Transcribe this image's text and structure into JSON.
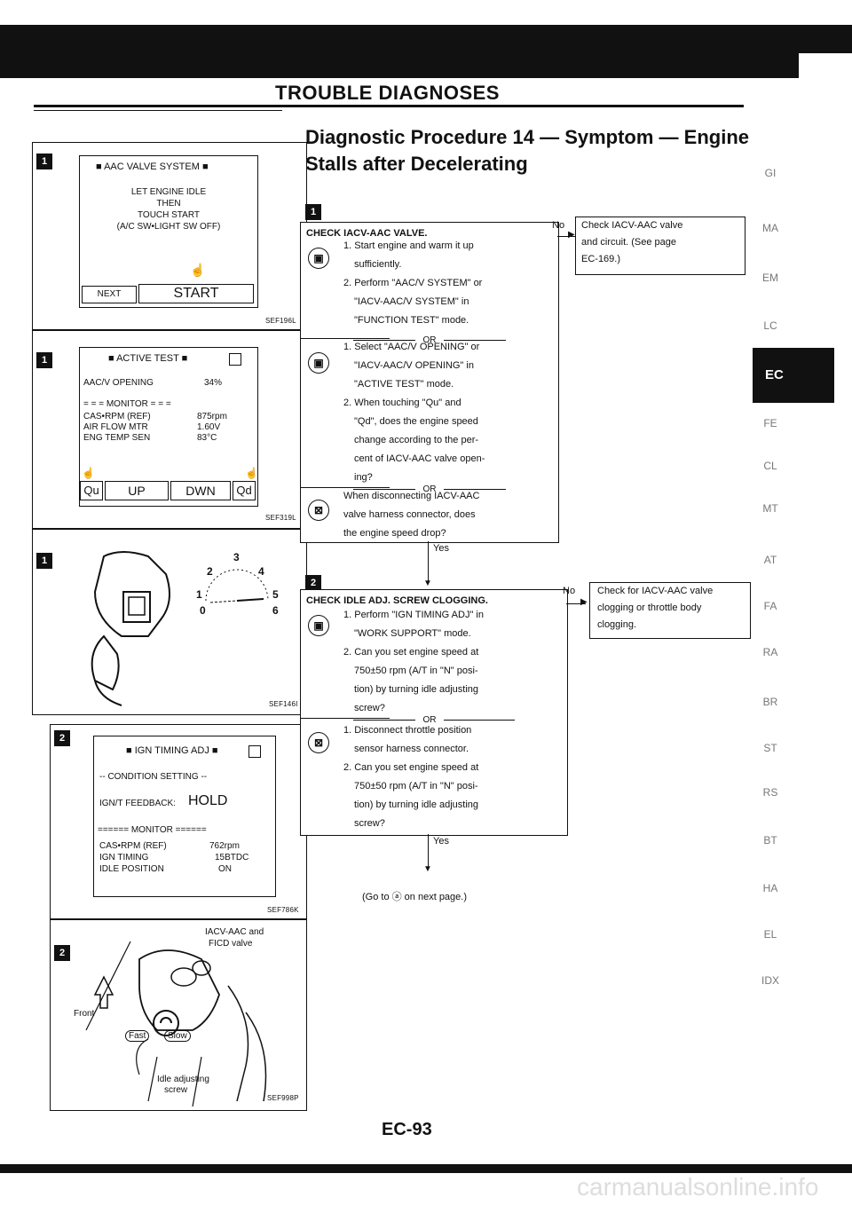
{
  "header": {
    "title": "TROUBLE DIAGNOSES"
  },
  "procedure": {
    "title_line1": "Diagnostic Procedure 14 — Symptom — Engine",
    "title_line2": "Stalls after Decelerating"
  },
  "badges": {
    "one": "1",
    "two": "2"
  },
  "panels": {
    "aac_valve_system": {
      "title": "■ AAC VALVE SYSTEM ■",
      "line1": "LET ENGINE IDLE",
      "line2": "THEN",
      "line3": "TOUCH START",
      "line4": "(A/C SW•LIGHT SW OFF)",
      "next": "NEXT",
      "start": "START",
      "code": "SEF196L"
    },
    "active_test": {
      "title": "■ ACTIVE TEST ■",
      "opening_label": "AAC/V OPENING",
      "opening_value": "34%",
      "monitor": "= = = MONITOR = = =",
      "rows": [
        {
          "label": "CAS•RPM (REF)",
          "value": "875rpm"
        },
        {
          "label": "AIR FLOW MTR",
          "value": "1.60V"
        },
        {
          "label": "ENG TEMP SEN",
          "value": "83°C"
        }
      ],
      "qu": "Qu",
      "up": "UP",
      "dwn": "DWN",
      "qd": "Qd",
      "code": "SEF319L"
    },
    "tester": {
      "dial_top": "3",
      "dial_labels": [
        "2",
        "4",
        "1",
        "5",
        "0",
        "6"
      ],
      "code": "SEF146I"
    },
    "ign_timing": {
      "title": "■ IGN TIMING ADJ ■",
      "condition": "-- CONDITION SETTING --",
      "feedback_label": "IGN/T FEEDBACK:",
      "feedback_value": "HOLD",
      "monitor": "====== MONITOR ======",
      "rows": [
        {
          "label": "CAS•RPM (REF)",
          "value": "762rpm"
        },
        {
          "label": "IGN TIMING",
          "value": "15BTDC"
        },
        {
          "label": "IDLE POSITION",
          "value": "ON"
        }
      ],
      "code": "SEF786K"
    },
    "iacv_drawing": {
      "label1": "IACV-AAC and",
      "label2": "FICD valve",
      "front": "Front",
      "fast": "Fast",
      "slow": "Slow",
      "idle1": "Idle adjusting",
      "idle2": "screw",
      "code": "SEF998P"
    }
  },
  "steps": {
    "check1": {
      "title": "CHECK IACV-AAC VALVE.",
      "a1": "1. Start engine and warm it up",
      "a2": "sufficiently.",
      "a3": "2. Perform \"AAC/V SYSTEM\" or",
      "a4": "\"IACV-AAC/V SYSTEM\" in",
      "a5": "\"FUNCTION TEST\" mode.",
      "or1": "OR",
      "b1": "1. Select \"AAC/V OPENING\" or",
      "b2": "\"IACV-AAC/V OPENING\" in",
      "b3": "\"ACTIVE TEST\" mode.",
      "b4": "2. When touching \"Qu\" and",
      "b5": "\"Qd\", does the engine speed",
      "b6": "change according to the per-",
      "b7": "cent of IACV-AAC valve open-",
      "b8": "ing?",
      "or2": "OR",
      "c1": "When disconnecting IACV-AAC",
      "c2": "valve harness connector, does",
      "c3": "the engine speed drop?",
      "no": "No",
      "yes": "Yes",
      "result1": "Check IACV-AAC valve",
      "result2": "and circuit. (See page",
      "result3": "EC-169.)"
    },
    "check2": {
      "title": "CHECK IDLE ADJ. SCREW CLOGGING.",
      "a1": "1. Perform \"IGN TIMING ADJ\" in",
      "a2": "\"WORK SUPPORT\" mode.",
      "a3": "2. Can you set engine speed at",
      "a4": "750±50 rpm (A/T in \"N\" posi-",
      "a5": "tion) by turning idle adjusting",
      "a6": "screw?",
      "or1": "OR",
      "b1": "1. Disconnect throttle position",
      "b2": "sensor harness connector.",
      "b3": "2. Can you set engine speed at",
      "b4": "750±50 rpm (A/T in \"N\" posi-",
      "b5": "tion) by turning idle adjusting",
      "b6": "screw?",
      "no": "No",
      "yes": "Yes",
      "result1": "Check for IACV-AAC valve",
      "result2": "clogging or throttle body",
      "result3": "clogging."
    },
    "goto": "(Go to ⓐ on next page.)"
  },
  "side_nav": [
    "GI",
    "MA",
    "EM",
    "LC",
    "EC",
    "FE",
    "CL",
    "MT",
    "AT",
    "FA",
    "RA",
    "BR",
    "ST",
    "RS",
    "BT",
    "HA",
    "EL",
    "IDX"
  ],
  "footer": {
    "page": "EC-93",
    "watermark": "carmanualsonline.info"
  }
}
